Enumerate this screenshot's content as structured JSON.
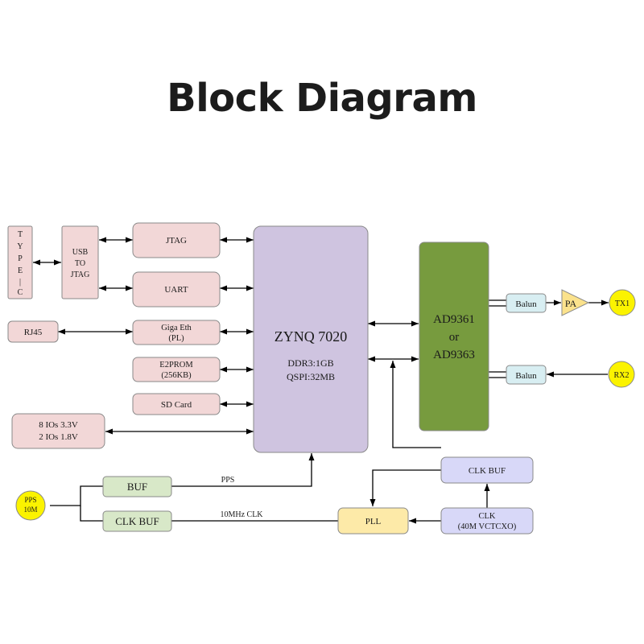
{
  "title": "Block Diagram",
  "colors": {
    "pink": "#f2d7d7",
    "zynq": "#cfc4e0",
    "ad936x": "#779b3e",
    "balun": "#d8eef2",
    "buf": "#d8e8c8",
    "pll": "#fdeaa8",
    "clk": "#d8d8f8",
    "pa": "#fbe28c",
    "port": "#fbf300"
  },
  "blocks": {
    "type_c": [
      "T",
      "Y",
      "P",
      "E",
      "|",
      "C"
    ],
    "usb_jtag": [
      "USB",
      "TO",
      "JTAG"
    ],
    "jtag": "JTAG",
    "uart": "UART",
    "rj45": "RJ45",
    "giga_eth": [
      "Giga Eth",
      "(PL)"
    ],
    "e2prom": [
      "E2PROM",
      "(256KB)"
    ],
    "sd_card": "SD Card",
    "ios": [
      "8 IOs 3.3V",
      "2 IOs 1.8V"
    ],
    "zynq": {
      "name": "ZYNQ 7020",
      "ddr": "DDR3:1GB",
      "qspi": "QSPI:32MB"
    },
    "ad936x": [
      "AD9361",
      "or",
      "AD9363"
    ],
    "balun_tx": "Balun",
    "balun_rx": "Balun",
    "pa": "PA",
    "tx1": "TX1",
    "rx2": "RX2",
    "pps": [
      "PPS",
      "10M"
    ],
    "buf": "BUF",
    "clk_buf_left": "CLK BUF",
    "pll": "PLL",
    "clk_buf_right": "CLK BUF",
    "clk_osc": [
      "CLK",
      "(40M VCTCXO)"
    ]
  },
  "signals": {
    "pps": "PPS",
    "ten_mhz": "10MHz CLK"
  }
}
